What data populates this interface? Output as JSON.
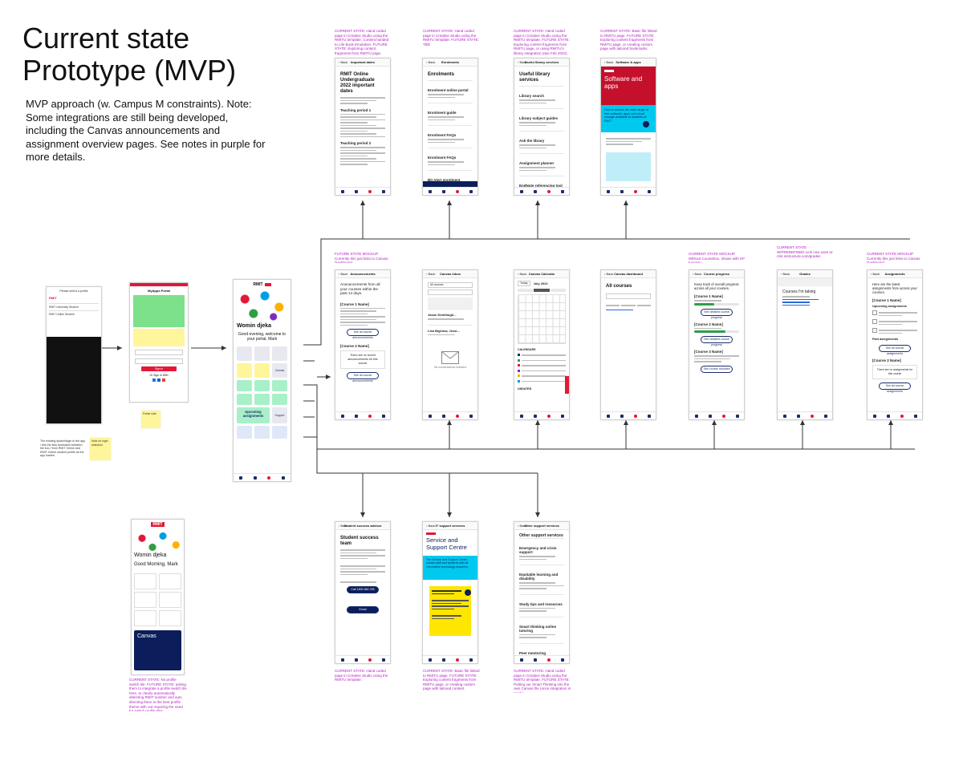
{
  "title": {
    "line1": "Current state",
    "line2": "Prototype (MVP)"
  },
  "intro": "MVP approach (w. Campus M constraints). Note: Some integrations are still being developed, including the Canvas announcements and assignment overview pages. See notes in purple for more details.",
  "top_row": [
    {
      "note": "CURRENT STATE: Hand coded page in Creative Studio using the RMITU template. Content handed to Life Book Emulation. FUTURE STATE: Exploring content fragments from RMITU page.",
      "screen": "Important dates",
      "heading": "RMIT Online Undergraduate 2022 important dates",
      "sections": [
        "Teaching period 1",
        "Teaching period 2"
      ]
    },
    {
      "note": "CURRENT STATE: Hand coded page in Creative Studio using the RMITU template. FUTURE STATE: TBD",
      "screen": "Enrolments",
      "heading": "Enrolments",
      "sections": [
        "Enrolment online portal",
        "Enrolment guide",
        "Enrolment FAQs",
        "Enrolment FAQs",
        "Bit Alert enrolment support"
      ]
    },
    {
      "note": "CURRENT STATE: Hand coded page in Creative Studio using the RMITU template. FUTURE STATE: Exploring content fragments from RMITU page, or using RMITU's library integration (due Feb 2022).",
      "screen": "Useful library services",
      "heading": "Useful library services",
      "sections": [
        "Library search",
        "Library subject guides",
        "Ask the library",
        "Assignment planner",
        "EndNote referencing tool"
      ]
    },
    {
      "note": "CURRENT STATE: Basic file linked to RMITU page. FUTURE STATE: Exploring content fragments from RMITU page, or creating custom page with tailored bookmarks.",
      "screen": "Software & apps",
      "hero": "Software and apps",
      "callout": "How to access the wide range of free software, apps and cloud storage available to students at RMIT"
    }
  ],
  "mid_row": [
    {
      "note": "FUTURE STATE MOCKUP Currently this just links to Canvas Dashboard",
      "screen": "Announcements",
      "intro": "Announcements from all your courses within the past 14 days.",
      "c1": "[Course 1 Name]",
      "c2": "[Course 2 Name]",
      "btn": "See all course announcements",
      "empty": "There are no recent announcements for this course"
    },
    {
      "note": "",
      "screen": "Canvas Inbox",
      "filter": "All courses",
      "msg1": "Jason Demibugh...",
      "msg2": "Lisa Bigelow, Jessi...",
      "empty": "No conversations selected"
    },
    {
      "note": "",
      "screen": "Canvas Calendar",
      "month": "July 2022",
      "today": "Today",
      "calendars": "CALENDARS",
      "undated": "UNDATED"
    },
    {
      "note": "",
      "screen": "Canvas dashboard",
      "heading": "All courses"
    },
    {
      "note": "CURRENT STATE MOCKUP Without Coursebox, shows with KP function",
      "screen": "Course progress",
      "intro": "Keep track of overall progress across all your courses.",
      "c1": "[Course 1 Name]",
      "c2": "[Course 2 Name]",
      "c3": "[Course 3 Name]",
      "btn": "See detailed course progress",
      "btn3": "See course modules"
    },
    {
      "note": "CURRENT STATE W/PREDEFINED Link now uses to: rmit.instructure.com/grades",
      "screen": "Grades",
      "heading": "Courses I'm taking"
    },
    {
      "note": "CURRENT STATE MOCKUP Currently this just links to Canvas Dashboard",
      "screen": "Assignments",
      "intro": "Here are the latest assignments from across your courses.",
      "c1": "[Course 1 Name]",
      "c2": "[Course 2 Name]",
      "upcoming": "Upcoming assignments",
      "past": "Past assignments",
      "btn": "See all course assignments",
      "empty": "There are no assignments for this course"
    }
  ],
  "bottom_row": [
    {
      "note": "CURRENT STATE: Hand coded page in Creative Studio using the RMITU template.",
      "screen": "Student success advisor",
      "heading": "Student success team",
      "call": "Call 1800 882 295",
      "email": "Email"
    },
    {
      "note": "CURRENT STATE: Basic file linked to RMITU page. FUTURE STATE: Exploring content fragments from RMITU page, or creating custom page with tailored content.",
      "screen": "IT support services",
      "hero": "Service and Support Centre",
      "callout": "The Service and Support Centre assists staff and students with all information technology enquiries."
    },
    {
      "note": "CURRENT STATE: Hand coded page in Creative Studio using the RMITU template. FUTURE STATE: Putting our Smart Thinking into the own Canvas file (once integration is ready).",
      "screen": "Other support services",
      "heading": "Other support services",
      "sections": [
        "Emergency and crisis support",
        "Equitable learning and disability",
        "Study tips and resources",
        "Smart thinking online tutoring",
        "Peer mentoring"
      ]
    }
  ],
  "left_flow": {
    "login": {
      "title": "Please select a profile",
      "brand": "RMIT",
      "opt1": "RMIT University Student",
      "opt2": "RMIT Online Student"
    },
    "portal": {
      "title": "MyApps Portal",
      "signin": "Sign in",
      "or": "Or Sign In With"
    },
    "home": {
      "brand": "RMIT",
      "welcome": "Womin djeka",
      "greet": "Good evening, welcome to your portal, Mark",
      "upcoming": "Upcoming assignments",
      "canvas": "Canvas",
      "support": "Support"
    },
    "alt": {
      "brand": "RMIT",
      "welcome": "Womin djeka",
      "greet": "Good Morning, Mark",
      "canvas": "Canvas",
      "note": "CURRENT STATE: No profile switch tile. FUTURE STATE: asking them to integrate a profile switch tile here, to clearly automatically detecting RMIT number and auto directing them to the best profile theme with out requiring the need for switch profile tiles."
    }
  },
  "colors": {
    "note": "#b21ec0",
    "navy": "#0b1d5a",
    "red": "#e31837",
    "cyan": "#00c9ef",
    "yellow": "#ffe600"
  }
}
